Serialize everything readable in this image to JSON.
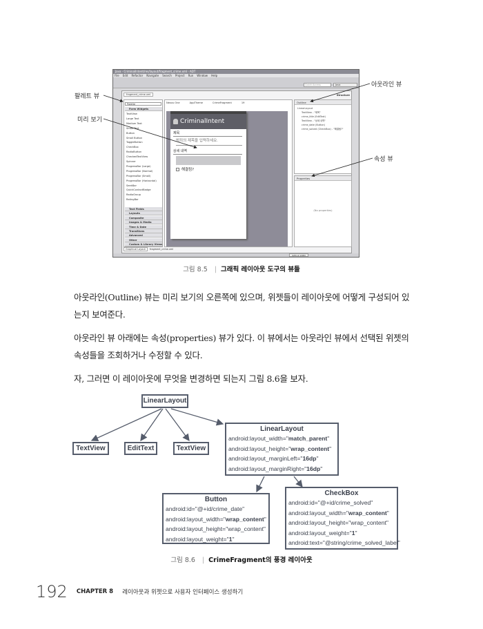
{
  "figure_85": {
    "window_title": "Java - CriminalIntent/res/layout/fragment_crime.xml - ADT",
    "menu": [
      "File",
      "Edit",
      "Refactor",
      "Navigate",
      "Search",
      "Project",
      "Run",
      "Window",
      "Help"
    ],
    "quick_access": "Quick Access",
    "perspective": "Java",
    "editor_tab": "fragment_crime.xml",
    "palette": {
      "header": "Palette",
      "selector": "Palette",
      "group_open": "Form Widgets",
      "widgets": [
        "TextView",
        "Large Text",
        "Medium Text",
        "Small Text",
        "Button",
        "Small Button",
        "ToggleButton",
        "CheckBox",
        "RadioButton",
        "CheckedTextView",
        "Spinner",
        "ProgressBar (Large)",
        "ProgressBar (Normal)",
        "ProgressBar (Small)",
        "ProgressBar (Horizontal)",
        "SeekBar",
        "QuickContactBadge",
        "RadioGroup",
        "RatingBar"
      ],
      "categories": [
        "Text Fields",
        "Layouts",
        "Composite",
        "Images & Media",
        "Time & Date",
        "Transitions",
        "Advanced",
        "Other",
        "Custom & Library Views"
      ]
    },
    "canvas_toolbar": [
      "Nexus One",
      "AppTheme",
      "CrimeFragment",
      "19"
    ],
    "preview": {
      "app_name": "CriminalIntent",
      "title_label": "제목",
      "title_hint": "범죄의 제목을 입력하세요.",
      "details_label": "상세 내역",
      "checkbox_label": "해결됨?"
    },
    "outline": {
      "header": "Outline",
      "structure_label": "Structure",
      "items": [
        "LinearLayout",
        "TextView - \"제목\"",
        "crime_title (EditText)",
        "TextView - \"상세 내역\"",
        "crime_date (Button)",
        "crime_solved (CheckBox) - \"해결됨?\""
      ]
    },
    "properties": {
      "header": "Properties",
      "empty": "(No properties)"
    },
    "bottom_tabs": [
      "Graphical Layout",
      "fragment_crime.xml"
    ],
    "memory": "92M of 238M",
    "callouts": {
      "palette": "팔레트 뷰",
      "preview": "미리 보기",
      "outline": "아웃라인 뷰",
      "properties": "속성 뷰"
    },
    "caption_num": "그림 8.5",
    "caption_text": "그래픽 레이아웃 도구의 뷰들"
  },
  "paragraphs": [
    "아웃라인(Outline) 뷰는 미리 보기의 오른쪽에 있으며, 위젯들이 레이아웃에 어떻게 구성되어 있는지 보여준다.",
    "아웃라인 뷰 아래에는 속성(properties) 뷰가 있다. 이 뷰에서는 아웃라인 뷰에서 선택된 위젯의 속성들을 조회하거나 수정할 수 있다.",
    "자, 그러면 이 레이아웃에 무엇을 변경하면 되는지 그림 8.6을 보자."
  ],
  "figure_86": {
    "root": "LinearLayout",
    "children": [
      "TextView",
      "EditText",
      "TextView"
    ],
    "inner_layout": {
      "title": "LinearLayout",
      "attrs": [
        {
          "k": "android:layout_width=\"",
          "v": "match_parent",
          "bold": true
        },
        {
          "k": "android:layout_height=\"",
          "v": "wrap_content",
          "bold": true
        },
        {
          "k": "android:layout_marginLeft=\"",
          "v": "16dp",
          "bold": true
        },
        {
          "k": "android:layout_marginRight=\"",
          "v": "16dp",
          "bold": true
        }
      ]
    },
    "button": {
      "title": "Button",
      "attrs": [
        {
          "k": "android:id=\"",
          "v": "@+id/crime_date",
          "bold": false
        },
        {
          "k": "android:layout_width=\"",
          "v": "wrap_content",
          "bold": true
        },
        {
          "k": "android:layout_height=\"",
          "v": "wrap_content",
          "bold": false
        },
        {
          "k": "android:layout_weight=\"",
          "v": "1",
          "bold": true
        }
      ]
    },
    "checkbox": {
      "title": "CheckBox",
      "attrs": [
        {
          "k": "android:id=\"",
          "v": "@+id/crime_solved",
          "bold": false
        },
        {
          "k": "android:layout_width=\"",
          "v": "wrap_content",
          "bold": true
        },
        {
          "k": "android:layout_height=\"",
          "v": "wrap_content",
          "bold": false
        },
        {
          "k": "android:layout_weight=\"",
          "v": "1",
          "bold": true
        },
        {
          "k": "android:text=\"",
          "v": "@string/crime_solved_label",
          "bold": false
        }
      ]
    },
    "caption_num": "그림 8.6",
    "caption_text": "CrimeFragment의 풍경 레이아웃"
  },
  "footer": {
    "page": "192",
    "chapter": "CHAPTER 8",
    "title": "레이아웃과 위젯으로 사용자 인터페이스 생성하기"
  }
}
